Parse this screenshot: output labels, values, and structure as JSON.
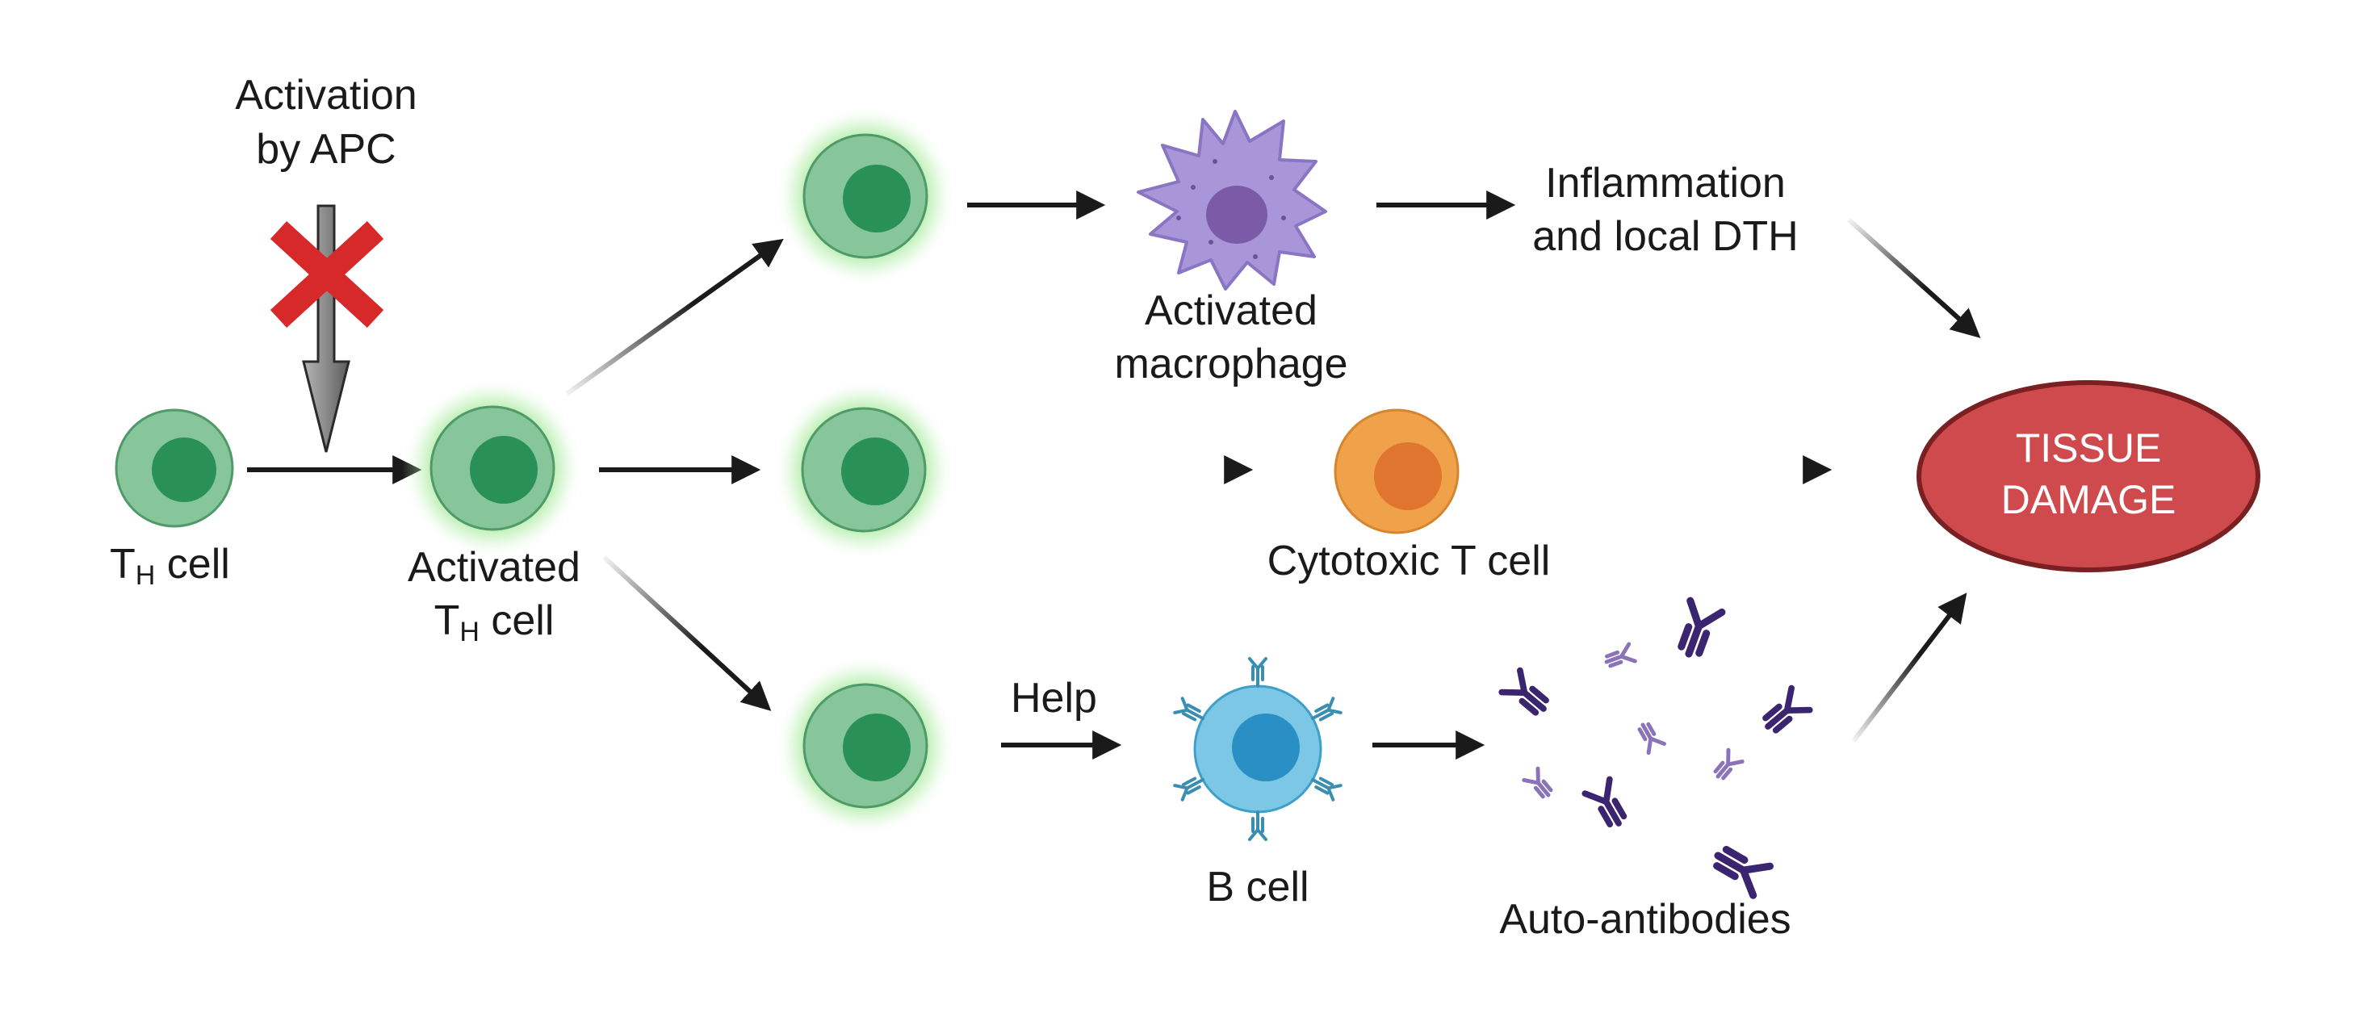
{
  "labels": {
    "activation": [
      "Activation",
      "by APC"
    ],
    "th_cell": {
      "main": "T",
      "sub": "H",
      "rest": " cell"
    },
    "activated_th": {
      "line1": "Activated",
      "main": "T",
      "sub": "H",
      "rest": " cell"
    },
    "activated_macrophage": [
      "Activated",
      "macrophage"
    ],
    "inflammation": [
      "Inflammation",
      "and local DTH"
    ],
    "cytotoxic": "Cytotoxic T cell",
    "help": "Help",
    "b_cell": "B cell",
    "auto_antibodies": "Auto-antibodies",
    "tissue_damage": [
      "TISSUE",
      "DAMAGE"
    ]
  },
  "colors": {
    "th_cell_outer": "#86c69a",
    "th_cell_nucleus": "#2a9156",
    "glow": "#7ddc6f",
    "macrophage": "#a996d8",
    "macrophage_nucleus": "#7b5ba8",
    "cytotoxic_outer": "#f0a24a",
    "cytotoxic_nucleus": "#e07530",
    "b_cell_outer": "#7cc6e6",
    "b_cell_nucleus": "#2a8fc4",
    "antibody_dark": "#3b2470",
    "antibody_light": "#8a73b8",
    "tissue_fill": "#cf4a4d",
    "tissue_stroke": "#7a1f22",
    "block_x": "#d7282a",
    "arrow": "#1a1a1a"
  },
  "icons": [
    "blocked-cross-icon",
    "receptor-icon",
    "antibody-icon"
  ]
}
